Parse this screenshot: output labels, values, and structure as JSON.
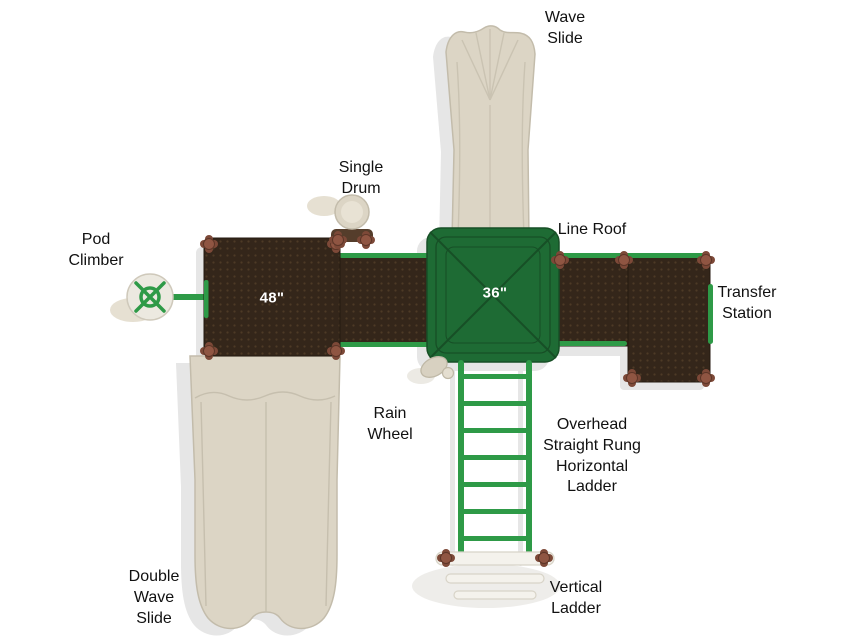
{
  "diagram": {
    "description": "Top view diagram of a playground structure",
    "labels": {
      "wave_slide": "Wave\nSlide",
      "single_drum": "Single\nDrum",
      "line_roof": "Line Roof",
      "pod_climber": "Pod\nClimber",
      "transfer_station": "Transfer\nStation",
      "rain_wheel": "Rain\nWheel",
      "overhead_ladder": "Overhead\nStraight Rung\nHorizontal\nLadder",
      "vertical_ladder": "Vertical\nLadder",
      "double_wave_slide": "Double\nWave\nSlide",
      "deck_size": "48\"",
      "roof_size": "36\""
    },
    "colors": {
      "background": "#ffffff",
      "slide_beige": "#dcd5c5",
      "slide_outline": "#c3bcab",
      "deck_brown": "#34261a",
      "deck_dot": "#4d3a26",
      "roof_green": "#1e6b34",
      "roof_seam": "#174f26",
      "rail_green": "#2e9a47",
      "connector_brown": "#7d4938",
      "shadow_gray": "#e6e6e6",
      "text": "#111111"
    }
  }
}
